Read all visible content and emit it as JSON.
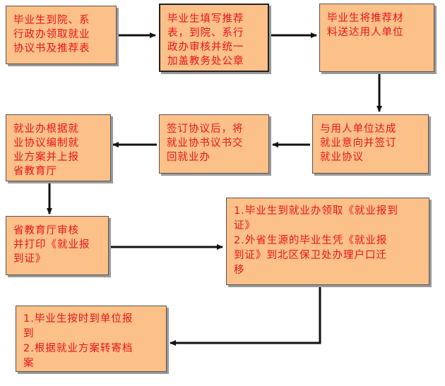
{
  "flowchart": {
    "steps": {
      "s1": "毕业生到院、系\n行政办领取就业\n协议书及推荐表",
      "s2": "毕业生填写推荐\n表，到院、系行\n政办审核并统一\n加盖教务处公章",
      "s3": "毕业生将推荐材\n料送达用人单位",
      "s4": "与用人单位达成\n就业意向并签订\n就业协议",
      "s5": "签订协议后，将\n就业协书议书交\n回就业办",
      "s6": "就业办根据就\n业协议编制就\n业方案并上报\n省教育厅",
      "s7": "省教育厅审核\n并打印《就业报\n到证》",
      "s8": "1.毕业生到就业办领取《就业报到\n证》\n2.外省生源的毕业生凭《就业报\n到证》到北区保卫处办理户口迁\n移",
      "s9": "1.毕业生按时到单位报\n到\n2.根据就业方案转寄档\n案"
    }
  }
}
